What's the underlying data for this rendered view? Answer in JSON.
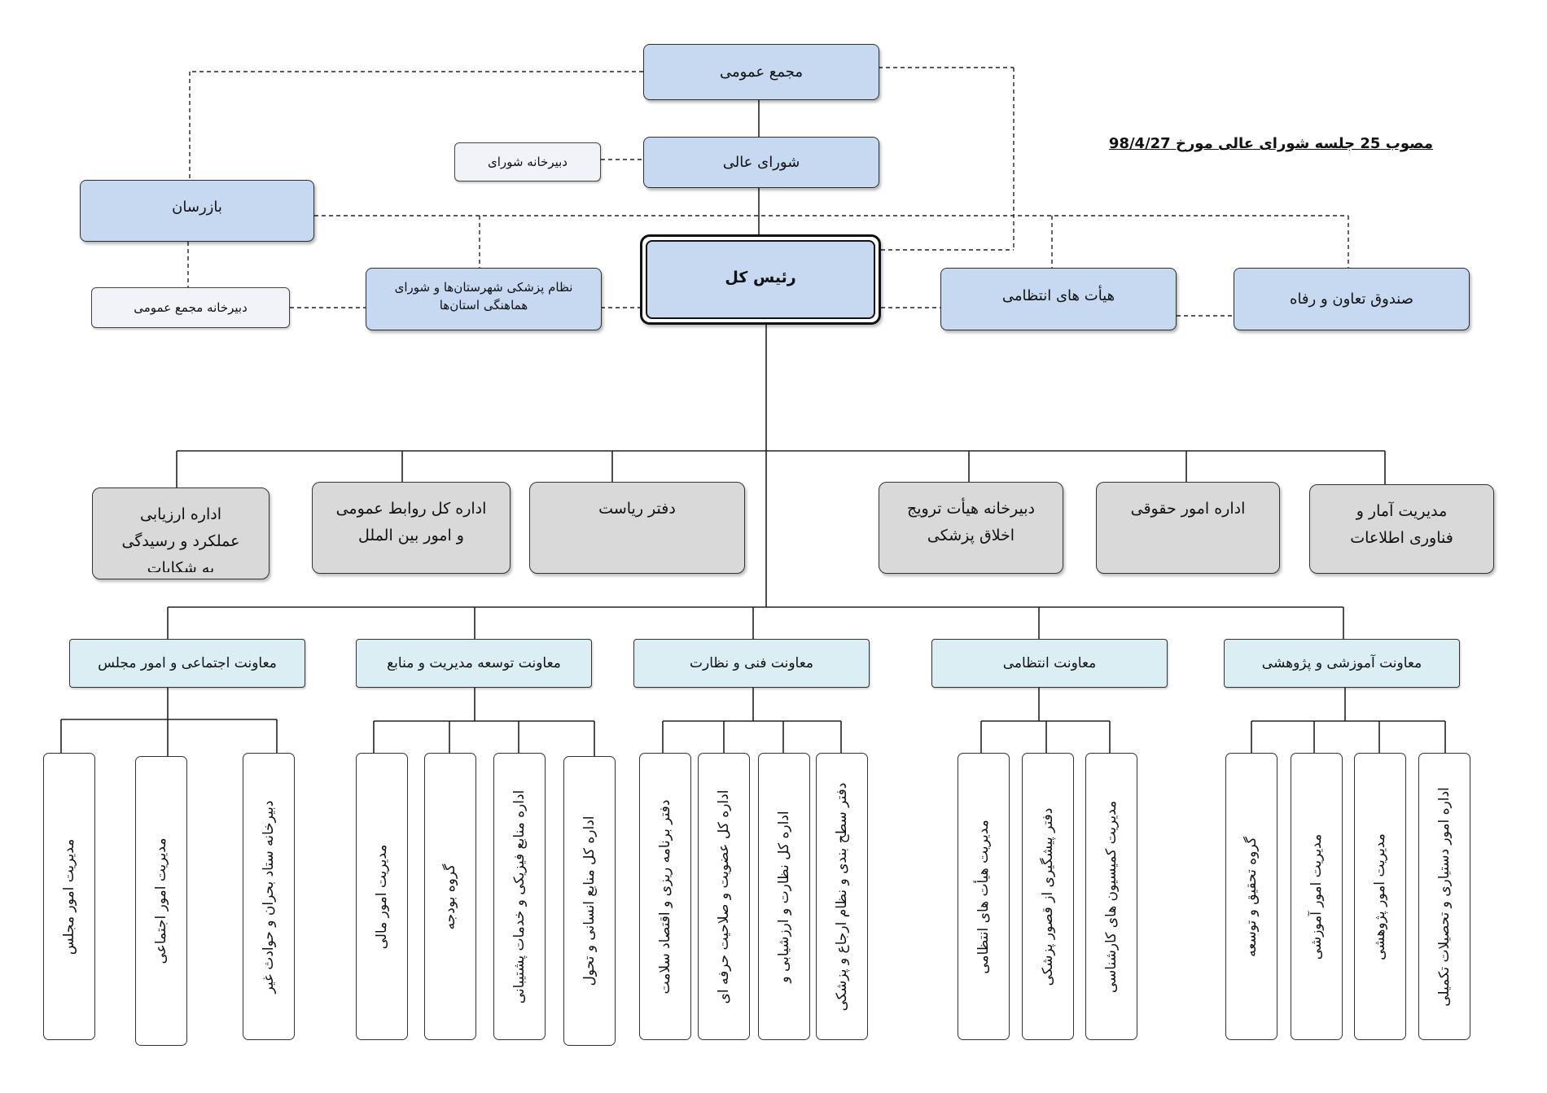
{
  "approval_note": "مصوب 25 جلسه شورای عالی مورخ 98/4/27",
  "colors": {
    "governance": "#c6d9f1",
    "secretariat": "#f2f3f8",
    "office": "#d9d9d9",
    "deputy": "#daeef3",
    "unit": "#ffffff",
    "line": "#222222"
  },
  "governance": {
    "general_assembly": "مجمع عمومی",
    "supreme_council": "شورای عالی",
    "council_secretariat": "دبیرخانه شورای",
    "inspectors": "بازرسان",
    "assembly_secretariat": "دبیرخانه مجمع عمومی",
    "provincial_councils": [
      "نظام پزشکی شهرستان‌ها و شورای",
      "هماهنگی استان‌ها"
    ],
    "president": "رئیس کل",
    "disciplinary_boards": "هیأت های انتظامی",
    "welfare_fund": "صندوق تعاون و رفاه"
  },
  "offices": [
    {
      "lines": [
        "اداره ارزیابی",
        "عملکرد و رسیدگی",
        "به شکایات"
      ]
    },
    {
      "lines": [
        "اداره کل روابط عمومی",
        "و امور بین الملل"
      ]
    },
    {
      "lines": [
        "دفتر ریاست"
      ]
    },
    {
      "lines": [
        "دبیرخانه هیأت ترویج",
        "اخلاق پزشکی"
      ]
    },
    {
      "lines": [
        "اداره امور حقوقی"
      ]
    },
    {
      "lines": [
        "مدیریت آمار و",
        "فناوری اطلاعات"
      ]
    }
  ],
  "deputies": [
    {
      "label": "معاونت اجتماعی و امور مجلس",
      "units": [
        "مدیریت امور مجلس",
        "مدیریت امور اجتماعی",
        "دبیرخانه ستاد بحران و حوادث غیر"
      ]
    },
    {
      "label": "معاونت توسعه مدیریت و منابع",
      "units": [
        "مدیریت امور مالی",
        "گروه بودجه",
        "اداره منابع فیزیکی و خدمات پشتیبانی",
        "اداره کل منابع انسانی و تحول"
      ]
    },
    {
      "label": "معاونت فنی و نظارت",
      "units": [
        "دفتر برنامه ریزی و اقتصاد سلامت",
        "اداره کل عضویت و صلاحیت حرفه ای",
        "اداره کل نظارت و ارزشیابی و",
        "دفتر سطح بندی و نظام ارجاع و پزشکی"
      ]
    },
    {
      "label": "معاونت انتظامی",
      "units": [
        "مدیریت هیأت های انتظامی",
        "دفتر پیشگیری از قصور پزشکی",
        "مدیریت کمیسیون های کارشناسی"
      ]
    },
    {
      "label": "معاونت آموزشی و پژوهشی",
      "units": [
        "گروه تحقیق و توسعه",
        "مدیریت امور آموزشی",
        "مدیریت امور پژوهشی",
        "اداره امور دستیاری و تحصیلات تکمیلی"
      ]
    }
  ]
}
